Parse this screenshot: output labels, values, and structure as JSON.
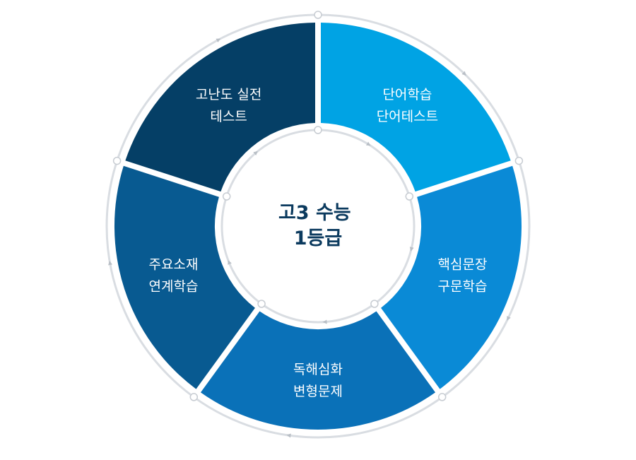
{
  "center": {
    "line1": "고3 수능",
    "line2": "1등급"
  },
  "segments": [
    {
      "line1": "단어학습",
      "line2": "단어테스트",
      "color": "#00a3e4"
    },
    {
      "line1": "핵심문장",
      "line2": "구문학습",
      "color": "#0a8ad6"
    },
    {
      "line1": "독해심화",
      "line2": "변형문제",
      "color": "#0a71b8"
    },
    {
      "line1": "주요소재",
      "line2": "연계학습",
      "color": "#085a91"
    },
    {
      "line1": "고난도 실전",
      "line2": "테스트",
      "color": "#053f66"
    }
  ],
  "colors": {
    "ring": "#d9dde2",
    "node": "#c7ccd2",
    "center_text": "#0b3a5e"
  }
}
